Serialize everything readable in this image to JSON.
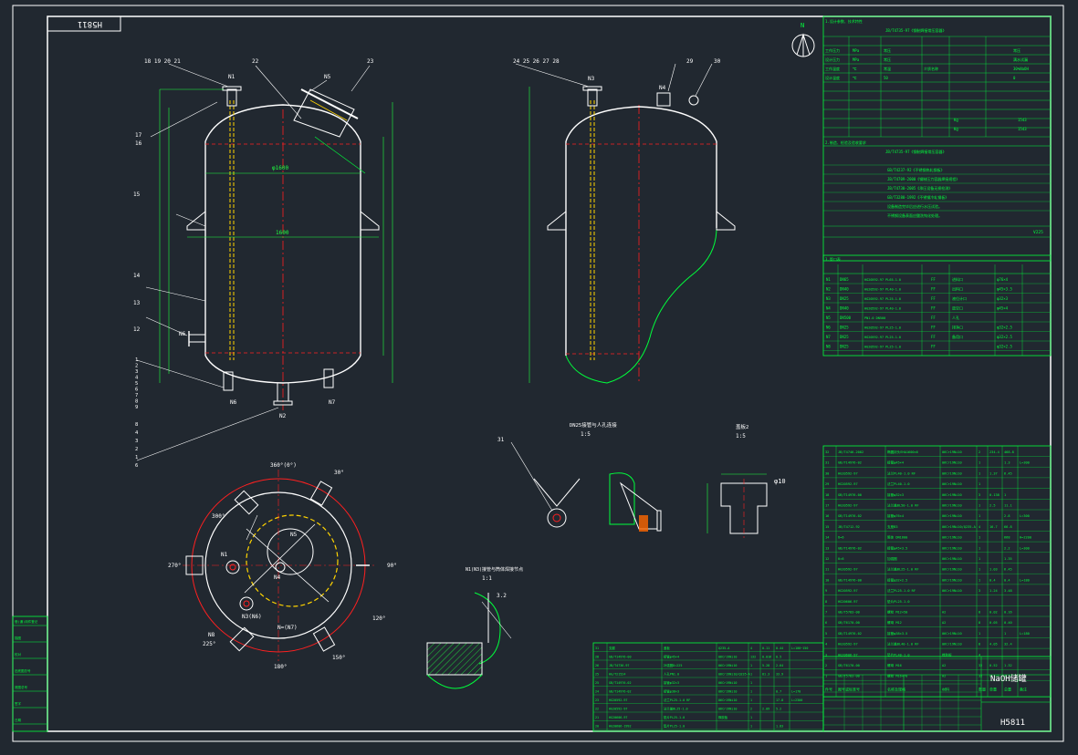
{
  "colors": {
    "background": "#212830",
    "frame": "#ffffff",
    "outline": "#00ff3c",
    "centerline": "#ff2020",
    "hidden": "#ffd400",
    "dim": "#20ff40",
    "cyan": "#00d8ff",
    "magenta": "#ff40ff"
  },
  "drawing": {
    "corner_tag": "H5811",
    "title": "NaOH储罐",
    "drawing_number": "H5811",
    "north_symbol": "N"
  },
  "front_view": {
    "nozzles": [
      "N1",
      "N5",
      "N6",
      "N2",
      "N7"
    ],
    "leaders_top": [
      "18 19 20 21",
      "22",
      "23"
    ],
    "leaders_left": [
      "17",
      "16",
      "15",
      "14",
      "13",
      "12",
      "1",
      "2",
      "3",
      "4",
      "5",
      "6",
      "7",
      "8",
      "9"
    ],
    "leaders_left_lower": [
      "8",
      "4",
      "3",
      "2",
      "1",
      "6"
    ],
    "dim_diameter": "φ1600",
    "dim_inner": "1600"
  },
  "side_view": {
    "nozzles": [
      "N3",
      "N4"
    ],
    "leaders_top": [
      "24 25 26 27 28",
      "29",
      "30"
    ]
  },
  "plan_view": {
    "angles": [
      "360°(0°)",
      "30°",
      "300°",
      "270°",
      "90°",
      "120°",
      "225°",
      "150°",
      "180°"
    ],
    "nozzles": [
      "N1",
      "N5",
      "N4",
      "N3(N6)",
      "N=(N7)",
      "N8"
    ],
    "leader": "31"
  },
  "details": {
    "detail_a_title": "DN25接管与人孔连接",
    "detail_a_scale": "1:5",
    "detail_b_title": "盖板2",
    "detail_b_scale": "1:5",
    "detail_b_dim": "φ10",
    "detail_c_title": "N1(N3)接管与筒体焊接节点",
    "detail_c_scale": "1:1",
    "detail_c_dim": "3.2"
  },
  "spec_table": {
    "header": "1.设计参数、技术特性",
    "standard": "JB/T4735-97《钢制焊接常压容器》",
    "rows": [
      [
        "工作压力",
        "MPa",
        "常压",
        "",
        "常压"
      ],
      [
        "设计压力",
        "MPa",
        "常压",
        "",
        "满水试漏"
      ],
      [
        "工作温度",
        "℃",
        "常温",
        "介质名称",
        "30%NaOH"
      ],
      [
        "设计温度",
        "℃",
        "50",
        "",
        "0"
      ],
      [
        "",
        "",
        "",
        "",
        ""
      ],
      [
        "",
        "",
        "",
        "",
        ""
      ]
    ],
    "totals": [
      [
        "",
        "Kg",
        "1543"
      ],
      [
        "",
        "Kg",
        "1543"
      ]
    ],
    "section2": "2.制造、检验及验收要求",
    "section2_std": "JB/T4735-97《钢制焊接常压容器》",
    "notes": [
      "GB/T4237-92《不锈钢热轧钢板》",
      "JB/T4709-2000《钢制压力容器焊接规程》",
      "JB/T4730-2005《承压设备无损检测》",
      "GB/T3280-1992《不锈钢冷轧钢板》",
      "设备制造完毕后应进行水压试验。",
      "不锈钢设备表面应酸洗钝化处理。"
    ],
    "last_row": [
      "",
      "",
      "",
      "",
      "V225"
    ]
  },
  "nozzle_table": {
    "header": "3.管口表",
    "rows": [
      [
        "N1",
        "DN65",
        "HG20592-97 PL65-1.0",
        "FF",
        "进料口",
        "φ76×4"
      ],
      [
        "N2",
        "DN40",
        "HG20592-97 PL40-1.0",
        "FF",
        "出料口",
        "φ45×3.5"
      ],
      [
        "N3",
        "DN25",
        "HG20592-97 PL25-1.0",
        "FF",
        "液位计口",
        "φ32×3"
      ],
      [
        "N4",
        "DN40",
        "HG20592-97 PL40-1.0",
        "FF",
        "放空口",
        "φ45×4"
      ],
      [
        "N5",
        "DN500",
        "PN1.0 DN500",
        "FF",
        "人孔",
        ""
      ],
      [
        "N6",
        "DN25",
        "HG20592-97 PL25-1.0",
        "FF",
        "排净口",
        "φ32×2.5"
      ],
      [
        "N7",
        "DN25",
        "HG20592-97 PL25-1.0",
        "FF",
        "备用口",
        "φ32×2.5"
      ],
      [
        "N8",
        "DN25",
        "HG20592-97 PL25-1.0",
        "FF",
        "",
        "φ32×2.5"
      ]
    ]
  },
  "parts_list": {
    "rows": [
      [
        "32",
        "JB/T4746-2002",
        "椭圆封头EHA1600×6",
        "06Cr19Ni10",
        "2",
        "234.4",
        "468.8",
        ""
      ],
      [
        "31",
        "GB/T14976-02",
        "接管φ45×4",
        "06Cr19Ni10",
        "1",
        "",
        "1.3",
        "L=300"
      ],
      [
        "30",
        "HG20592-97",
        "法兰PL40-1.0 RF",
        "06Cr19Ni10",
        "1",
        "1.37",
        "6.45",
        ""
      ],
      [
        "29",
        "HG20592-97",
        "法兰PL40-1.0",
        "06Cr19Ni10",
        "1",
        "",
        "",
        ""
      ],
      [
        "18",
        "GB/T14976-00",
        "接管φ32×3",
        "06Cr19Ni10",
        "3",
        "0.138",
        "1",
        ""
      ],
      [
        "17",
        "HG20592-97",
        "法兰盖BL50-1.0 RF",
        "06Cr19Ni10",
        "1",
        "2.5",
        "11.1",
        ""
      ],
      [
        "16",
        "GB/T14976-02",
        "接管φ76×4",
        "06Cr19Ni10",
        "1",
        "",
        "2.8",
        "L=300"
      ],
      [
        "15",
        "JB/T4712-92",
        "支座B3",
        "06Cr19Ni10/Q235-A",
        "4",
        "16.7",
        "66.8",
        ""
      ],
      [
        "14",
        "δ=6",
        "筒体 DN1600",
        "06Cr19Ni10",
        "1",
        "",
        "668",
        "H=2200"
      ],
      [
        "13",
        "GB/T14976-02",
        "接管φ45×3.5",
        "06Cr19Ni10",
        "1",
        "",
        "2.2",
        "L=300"
      ],
      [
        "12",
        "δ=6",
        "加强圈",
        "06Cr19Ni10",
        "1",
        "",
        "1.35",
        ""
      ],
      [
        "11",
        "HG20592-97",
        "法兰盖BL25-1.0 RF",
        "06Cr19Ni10",
        "1",
        "1.03",
        "6.45",
        ""
      ],
      [
        "10",
        "GB/T14976-00",
        "接管φ32×2.5",
        "06Cr19Ni10",
        "1",
        "0.4",
        "0.4",
        "L=180"
      ],
      [
        "9",
        "HG20592-97",
        "法兰PL25-1.0 RF",
        "06Cr19Ni10",
        "3",
        "1.24",
        "3.48",
        ""
      ],
      [
        "8",
        "HG20606-97",
        "垫片PL25-1.0",
        "",
        "",
        "",
        "",
        ""
      ],
      [
        "7",
        "GB/T5783-00",
        "螺栓 M12×50",
        "A2",
        "8",
        "0.02",
        "0.16",
        ""
      ],
      [
        "6",
        "GB/T6170-00",
        "螺母 M12",
        "A2",
        "8",
        "0.05",
        "0.40",
        ""
      ],
      [
        "5",
        "GB/T14976-02",
        "接管φ38×3.5",
        "06Cr19Ni10",
        "1",
        "",
        "1",
        "L=180"
      ],
      [
        "4",
        "HG20592-97",
        "法兰盖BL40-1.0 RF",
        "06Cr19Ni10",
        "8",
        "4.05",
        "32.4",
        ""
      ],
      [
        "3",
        "HG20606-97",
        "垫片PL40-1.0",
        "橡胶板",
        "4",
        "",
        "",
        ""
      ],
      [
        "2",
        "GB/T6170-00",
        "螺母 M16",
        "A2",
        "32",
        "0.52",
        "1.32",
        ""
      ],
      [
        "1",
        "GB/T5783-00",
        "螺栓 M16×70",
        "A2",
        "32",
        "0.135",
        "4.73",
        ""
      ]
    ],
    "header": [
      "件号",
      "图号或标准号",
      "名称及规格",
      "材料",
      "数量",
      "单重",
      "总重",
      "备注"
    ]
  },
  "parts_list_lower": {
    "rows": [
      [
        "31",
        "支腿",
        "盖板",
        "Q235-A",
        "4",
        "0.11",
        "0.44",
        "L=100~150"
      ],
      [
        "28",
        "GB/T14976-00",
        "接管φ45×4",
        "06Cr19Ni10",
        "132",
        "0.016",
        "0.5",
        ""
      ],
      [
        "26",
        "JB/T4736-97",
        "补强圈D=225",
        "06Cr19Ni10",
        "1",
        "5.28",
        "2.64",
        ""
      ],
      [
        "25",
        "HG/T21524",
        "人孔PN1.0",
        "06Cr19Ni10/Q235-A",
        "1",
        "81.3",
        "33.9",
        ""
      ],
      [
        "25",
        "GB/T14976-02",
        "接管φ32×3",
        "06Cr19Ni10",
        "1",
        "",
        "",
        ""
      ],
      [
        "24",
        "GB/T14976-02",
        "接管φ38×3",
        "06Cr19Ni10",
        "1",
        "",
        "0.7",
        "L=170"
      ],
      [
        "23",
        "HG20592-97",
        "法兰PL25-1.0 RF",
        "06Cr19Ni10",
        "1",
        "",
        "17.8",
        "L=2300"
      ],
      [
        "22",
        "HG20592-97",
        "法兰盖BL25-1.0",
        "06Cr19Ni10",
        "2",
        "2.09",
        "5.2",
        ""
      ],
      [
        "21",
        "HG20606-97",
        "垫片PL25-1.0",
        "橡胶板",
        "1",
        "",
        "",
        ""
      ],
      [
        "20",
        "HG20606-1992",
        "垫片PL25-1.0",
        "",
        "1",
        "",
        "1.83",
        ""
      ]
    ]
  },
  "left_strip": [
    "借(通)用件登记",
    "描图",
    "校对",
    "旧底图总号",
    "底图总号",
    "签字",
    "日期"
  ]
}
